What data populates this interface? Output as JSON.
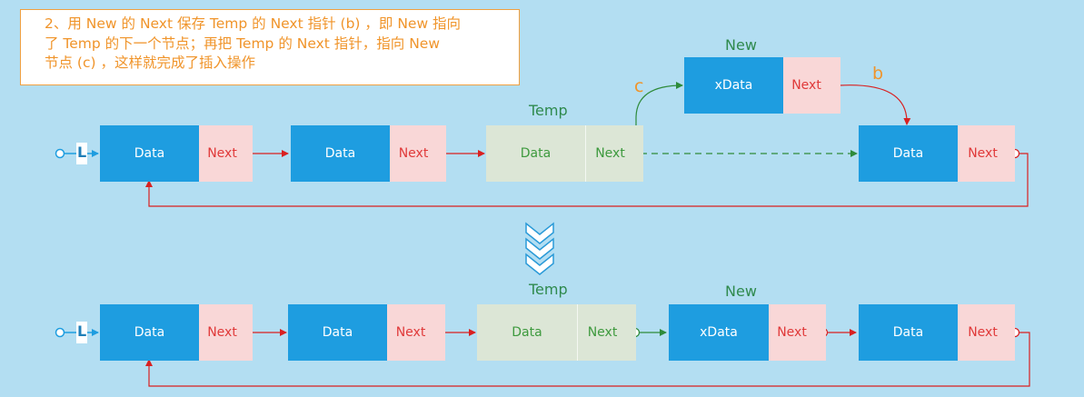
{
  "note": {
    "line1": "2、用 New 的 Next 保存 Temp 的 Next 指针 (b) ，即 New 指向",
    "line2": "了  Temp  的下一个节点；再把 Temp 的 Next 指针，指向 New",
    "line3": "节点 (c) ，这样就完成了插入操作"
  },
  "labels": {
    "temp": "Temp",
    "new": "New",
    "head": "L",
    "arrow_c": "c",
    "arrow_b": "b"
  },
  "top_row": [
    {
      "data": "Data",
      "next": "Next"
    },
    {
      "data": "Data",
      "next": "Next"
    },
    {
      "data": "Data",
      "next": "Next"
    },
    {
      "data": "Data",
      "next": "Next"
    }
  ],
  "new_node": {
    "data": "xData",
    "next": "Next"
  },
  "bottom_row": [
    {
      "data": "Data",
      "next": "Next"
    },
    {
      "data": "Data",
      "next": "Next"
    },
    {
      "data": "Data",
      "next": "Next"
    },
    {
      "data": "xData",
      "next": "Next"
    },
    {
      "data": "Data",
      "next": "Next"
    }
  ],
  "colors": {
    "background": "#b3def2",
    "data_blue": "#1e9de0",
    "next_pink": "#f9d7d7",
    "temp_green": "#dce6d6",
    "arrow_red": "#d92020",
    "arrow_green": "#2e8b3a",
    "note_orange": "#f0942a"
  },
  "icons": [
    "down-chevron-icon"
  ]
}
